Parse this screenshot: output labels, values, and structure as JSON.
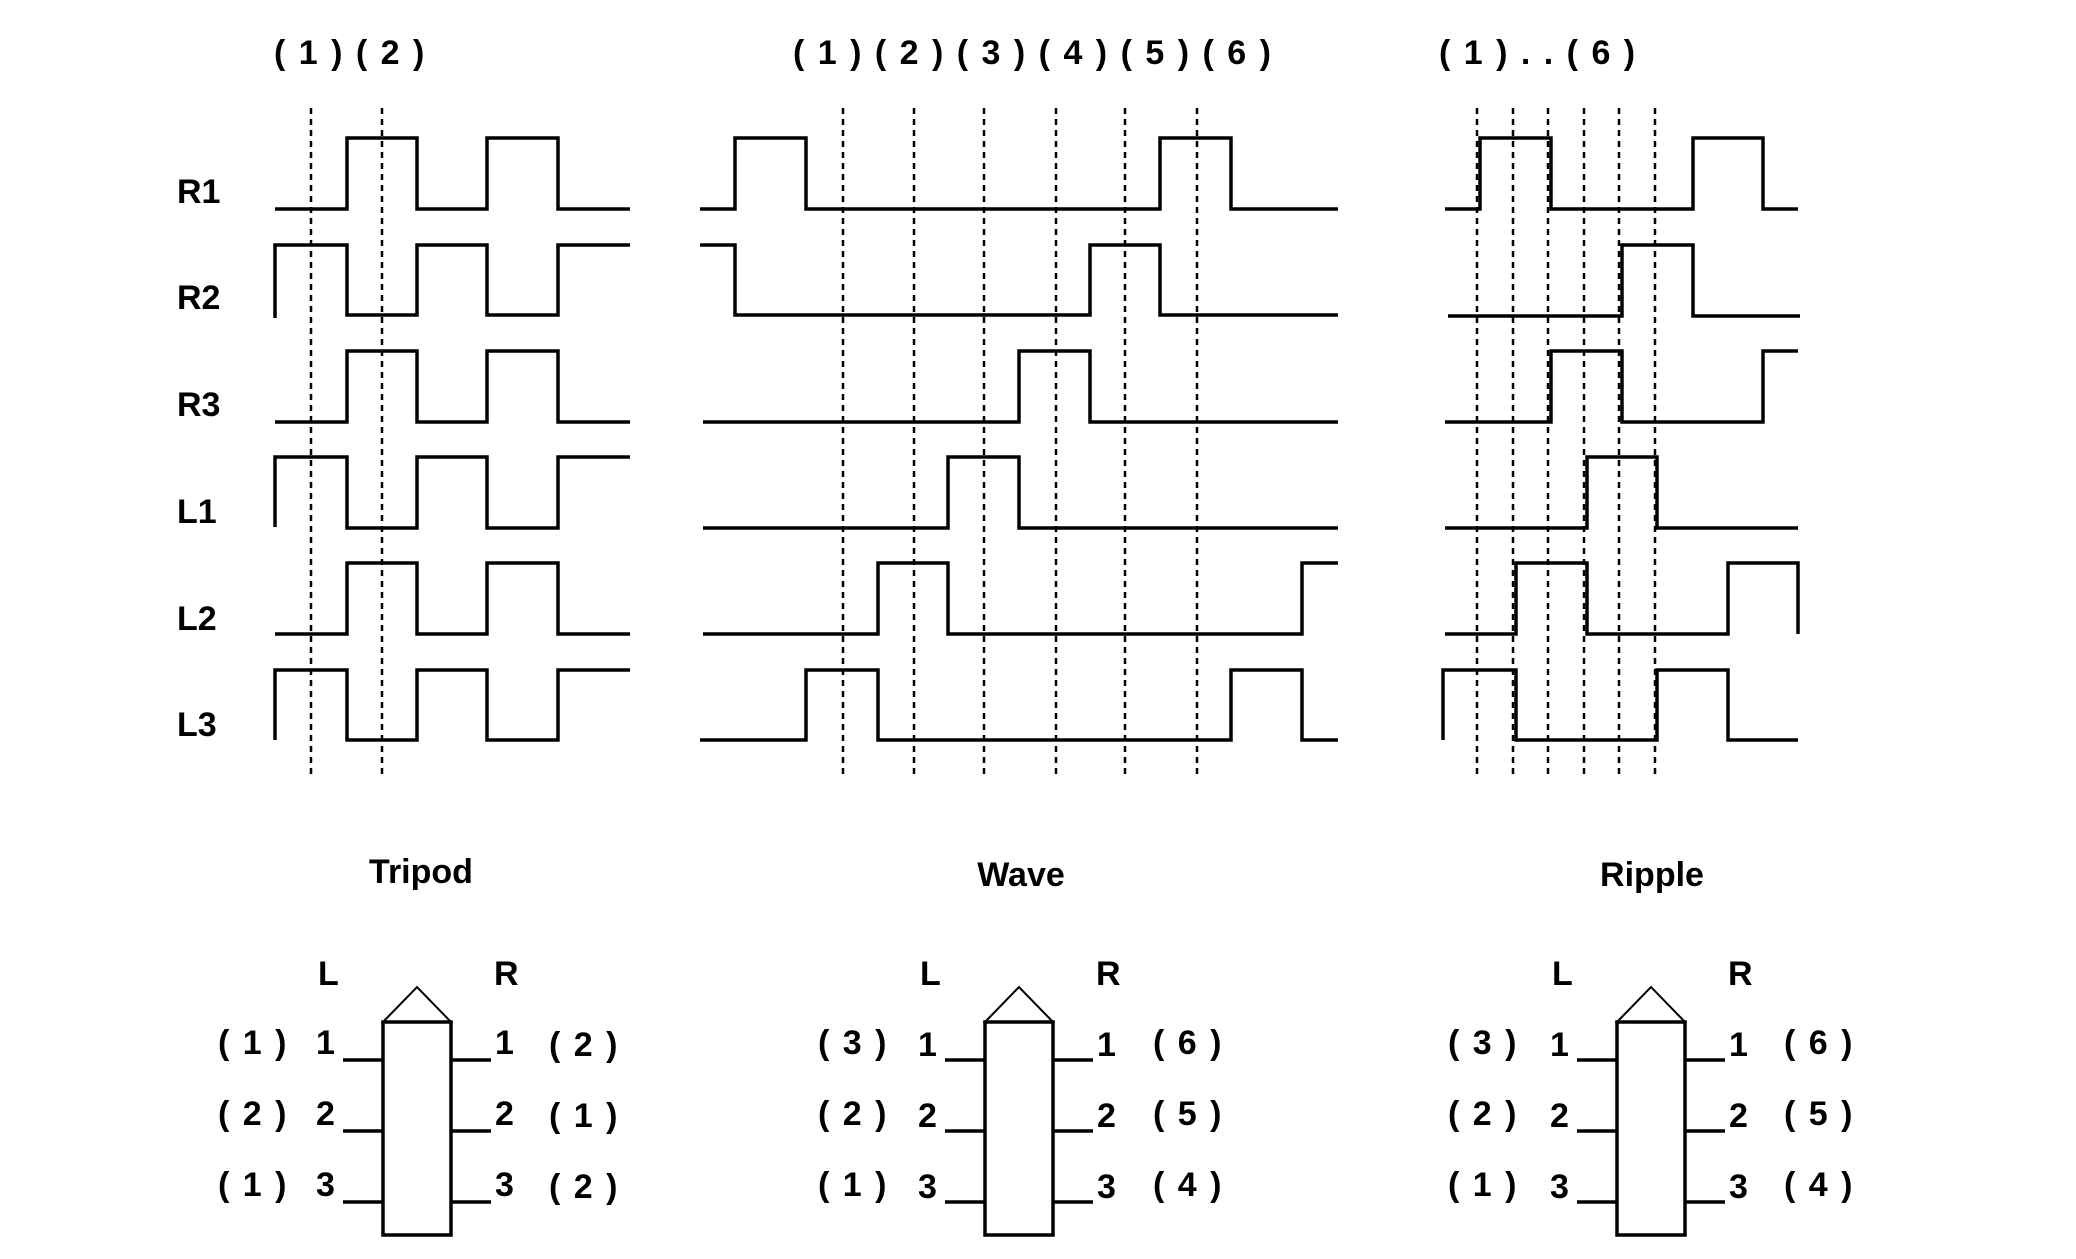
{
  "leg_labels": [
    "R1",
    "R2",
    "R3",
    "L1",
    "L2",
    "L3"
  ],
  "gaits": [
    {
      "title": "Tripod",
      "step_header": "( 1 ) ( 2 )",
      "robot": {
        "left_header": "L",
        "right_header": "R",
        "left_legs": [
          {
            "num": "1",
            "step": "( 1 )"
          },
          {
            "num": "2",
            "step": "( 2 )"
          },
          {
            "num": "3",
            "step": "( 1 )"
          }
        ],
        "right_legs": [
          {
            "num": "1",
            "step": "( 2 )"
          },
          {
            "num": "2",
            "step": "( 1 )"
          },
          {
            "num": "3",
            "step": "( 2 )"
          }
        ]
      }
    },
    {
      "title": "Wave",
      "step_header": "( 1 ) ( 2 ) ( 3 ) ( 4 ) ( 5 ) ( 6 )",
      "robot": {
        "left_header": "L",
        "right_header": "R",
        "left_legs": [
          {
            "num": "1",
            "step": "( 3 )"
          },
          {
            "num": "2",
            "step": "( 2 )"
          },
          {
            "num": "3",
            "step": "( 1 )"
          }
        ],
        "right_legs": [
          {
            "num": "1",
            "step": "( 6 )"
          },
          {
            "num": "2",
            "step": "( 5 )"
          },
          {
            "num": "3",
            "step": "( 4 )"
          }
        ]
      }
    },
    {
      "title": "Ripple",
      "step_header": "( 1 )  .  .  ( 6 )",
      "robot": {
        "left_header": "L",
        "right_header": "R",
        "left_legs": [
          {
            "num": "1",
            "step": "( 3 )"
          },
          {
            "num": "2",
            "step": "( 2 )"
          },
          {
            "num": "3",
            "step": "( 1 )"
          }
        ],
        "right_legs": [
          {
            "num": "1",
            "step": "( 6 )"
          },
          {
            "num": "2",
            "step": "( 5 )"
          },
          {
            "num": "3",
            "step": "( 4 )"
          }
        ]
      }
    }
  ]
}
